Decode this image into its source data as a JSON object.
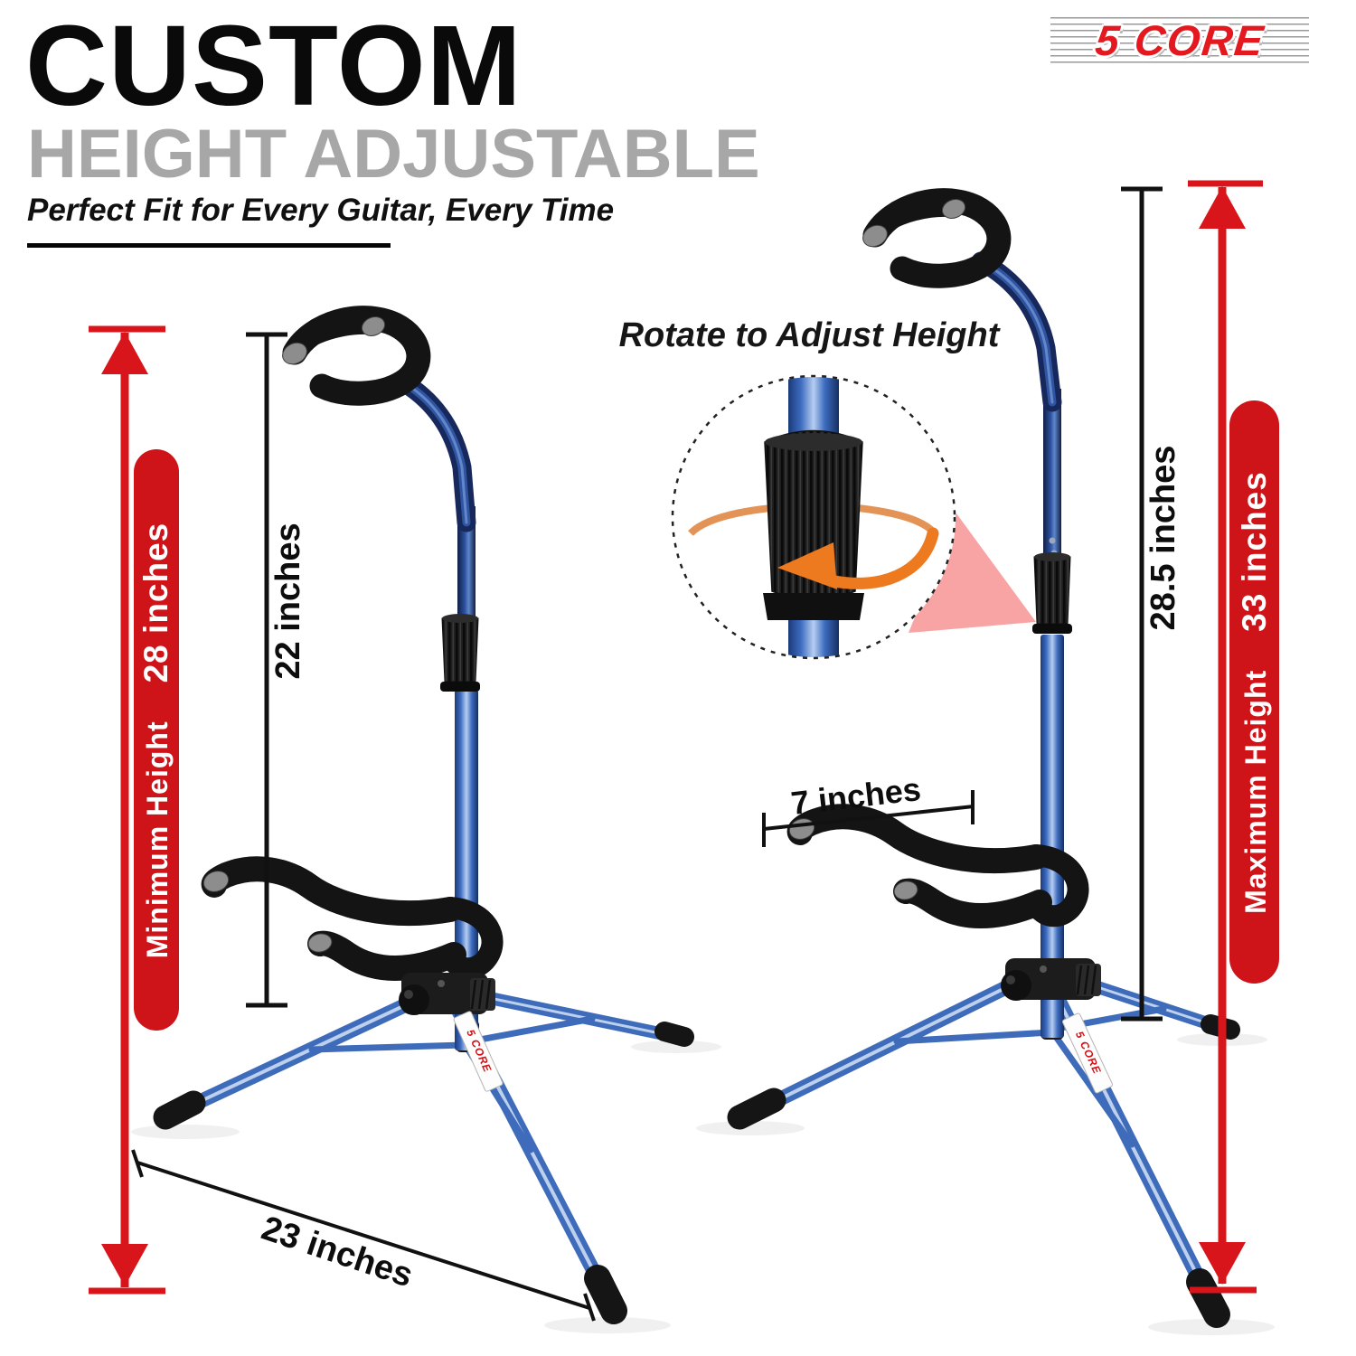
{
  "header": {
    "title": "CUSTOM",
    "subtitle": "HEIGHT ADJUSTABLE",
    "tagline": "Perfect Fit for Every Guitar, Every Time"
  },
  "brand": {
    "logo_text": "5 CORE",
    "sticker_text": "5 CORE"
  },
  "callout": {
    "label": "Rotate to Adjust Height"
  },
  "annotations": {
    "min_height_label": "Minimum Height",
    "min_height_value": "28 inches",
    "max_height_label": "Maximum Height",
    "max_height_value": "33 inches",
    "pole_left": "22 inches",
    "pole_right": "28.5 inches",
    "base_width": "23 inches",
    "yoke_width": "7 inches"
  },
  "colors": {
    "accent_red": "#d8151a",
    "capsule_red": "#cf1419",
    "tube_blue": "#3e6cba",
    "knob_orange": "#ed7a1f",
    "beam_pink": "#f9a4a4",
    "subtitle_gray": "#a7a7a7",
    "logo_red": "#e3191f"
  }
}
